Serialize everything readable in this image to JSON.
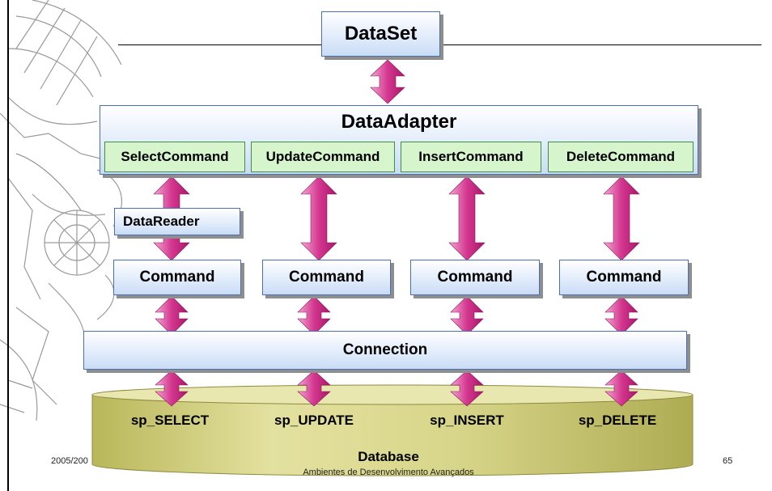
{
  "diagram": {
    "dataset": "DataSet",
    "data_adapter": {
      "title": "DataAdapter",
      "commands": [
        "SelectCommand",
        "UpdateCommand",
        "InsertCommand",
        "DeleteCommand"
      ]
    },
    "data_reader": "DataReader",
    "command_boxes": [
      "Command",
      "Command",
      "Command",
      "Command"
    ],
    "connection": "Connection",
    "stored_procedures": [
      "sp_SELECT",
      "sp_UPDATE",
      "sp_INSERT",
      "sp_DELETE"
    ],
    "database": "Database"
  },
  "footer": {
    "date": "2005/200",
    "course": "Ambientes de Desenvolvimento Avançados",
    "page_number": "65"
  },
  "colors": {
    "box_border": "#4a6fb5",
    "command_fill": "#d6f5cc",
    "arrow": "#d4378f",
    "database": "#d8d68a"
  }
}
